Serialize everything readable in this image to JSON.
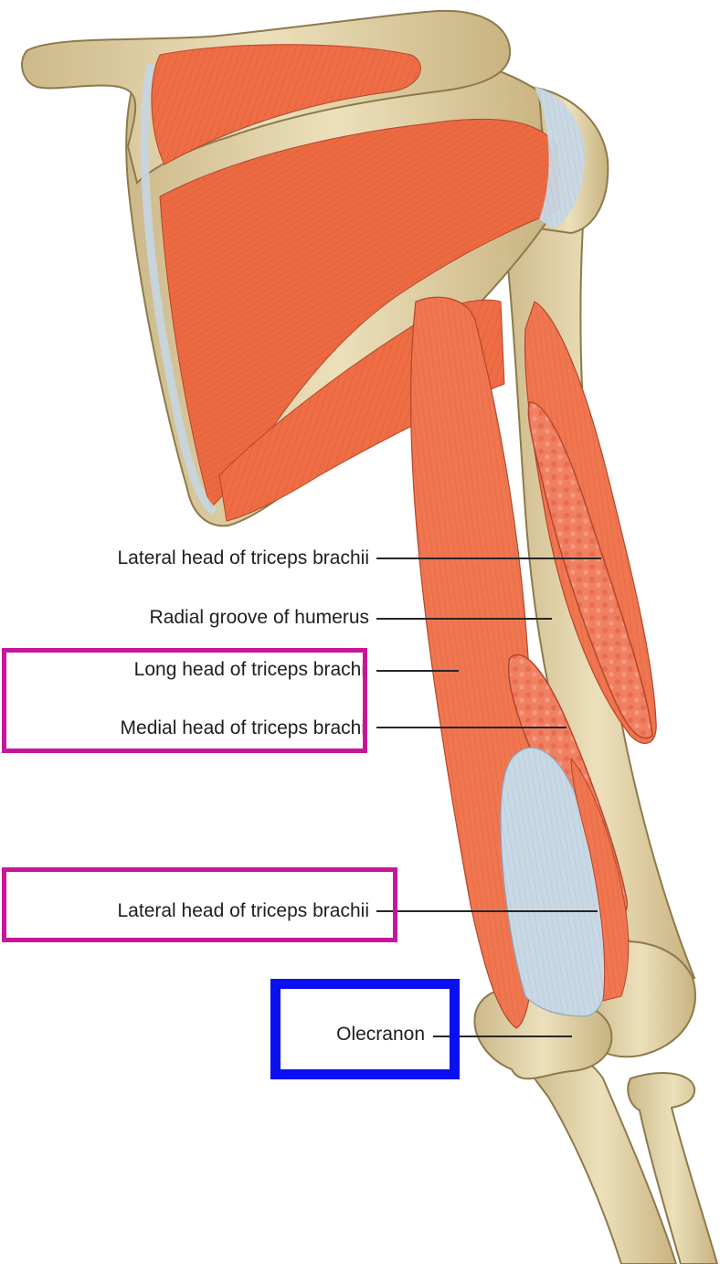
{
  "diagram": {
    "labels": [
      {
        "id": "lateral-head-upper",
        "text": "Lateral head of triceps brachii"
      },
      {
        "id": "radial-groove",
        "text": "Radial groove of humerus"
      },
      {
        "id": "long-head",
        "text": "Long head of triceps brachi"
      },
      {
        "id": "medial-head",
        "text": "Medial head of triceps brachi"
      },
      {
        "id": "lateral-head-lower",
        "text": "Lateral head of triceps brachii"
      },
      {
        "id": "olecranon",
        "text": "Olecranon"
      }
    ],
    "highlight_colors": {
      "magenta": "#c8169a",
      "blue": "#0a10f0"
    },
    "tissue_colors": {
      "muscle": "#ee6d45",
      "bone": "#e3d4a7",
      "tendon": "#c5d6e2"
    }
  }
}
